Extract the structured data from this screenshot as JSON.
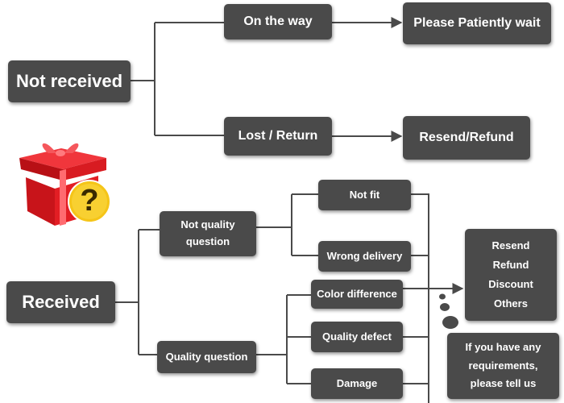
{
  "colors": {
    "node_fill": "#4a4a4a",
    "node_text": "#ffffff",
    "connector": "#4a4a4a",
    "gift_red": "#e31e24",
    "question_yellow": "#f5c518"
  },
  "icons": [
    "gift-box-icon",
    "question-mark-icon"
  ],
  "diagram": {
    "not_received": {
      "label": "Not received",
      "on_the_way": "On the way",
      "please_wait": "Please Patiently wait",
      "lost_return": "Lost / Return",
      "resend_refund": "Resend/Refund"
    },
    "received": {
      "label": "Received",
      "not_quality": {
        "line1": "Not quality",
        "line2": "question"
      },
      "not_fit": "Not fit",
      "wrong_delivery": "Wrong delivery",
      "quality_question": "Quality question",
      "color_difference": "Color difference",
      "quality_defect": "Quality defect",
      "damage": "Damage",
      "solutions": [
        "Resend",
        "Refund",
        "Discount",
        "Others"
      ],
      "requirements": {
        "line1": "If you have any",
        "line2": "requirements,",
        "line3": "please tell us"
      }
    },
    "question_glyph": "?"
  }
}
